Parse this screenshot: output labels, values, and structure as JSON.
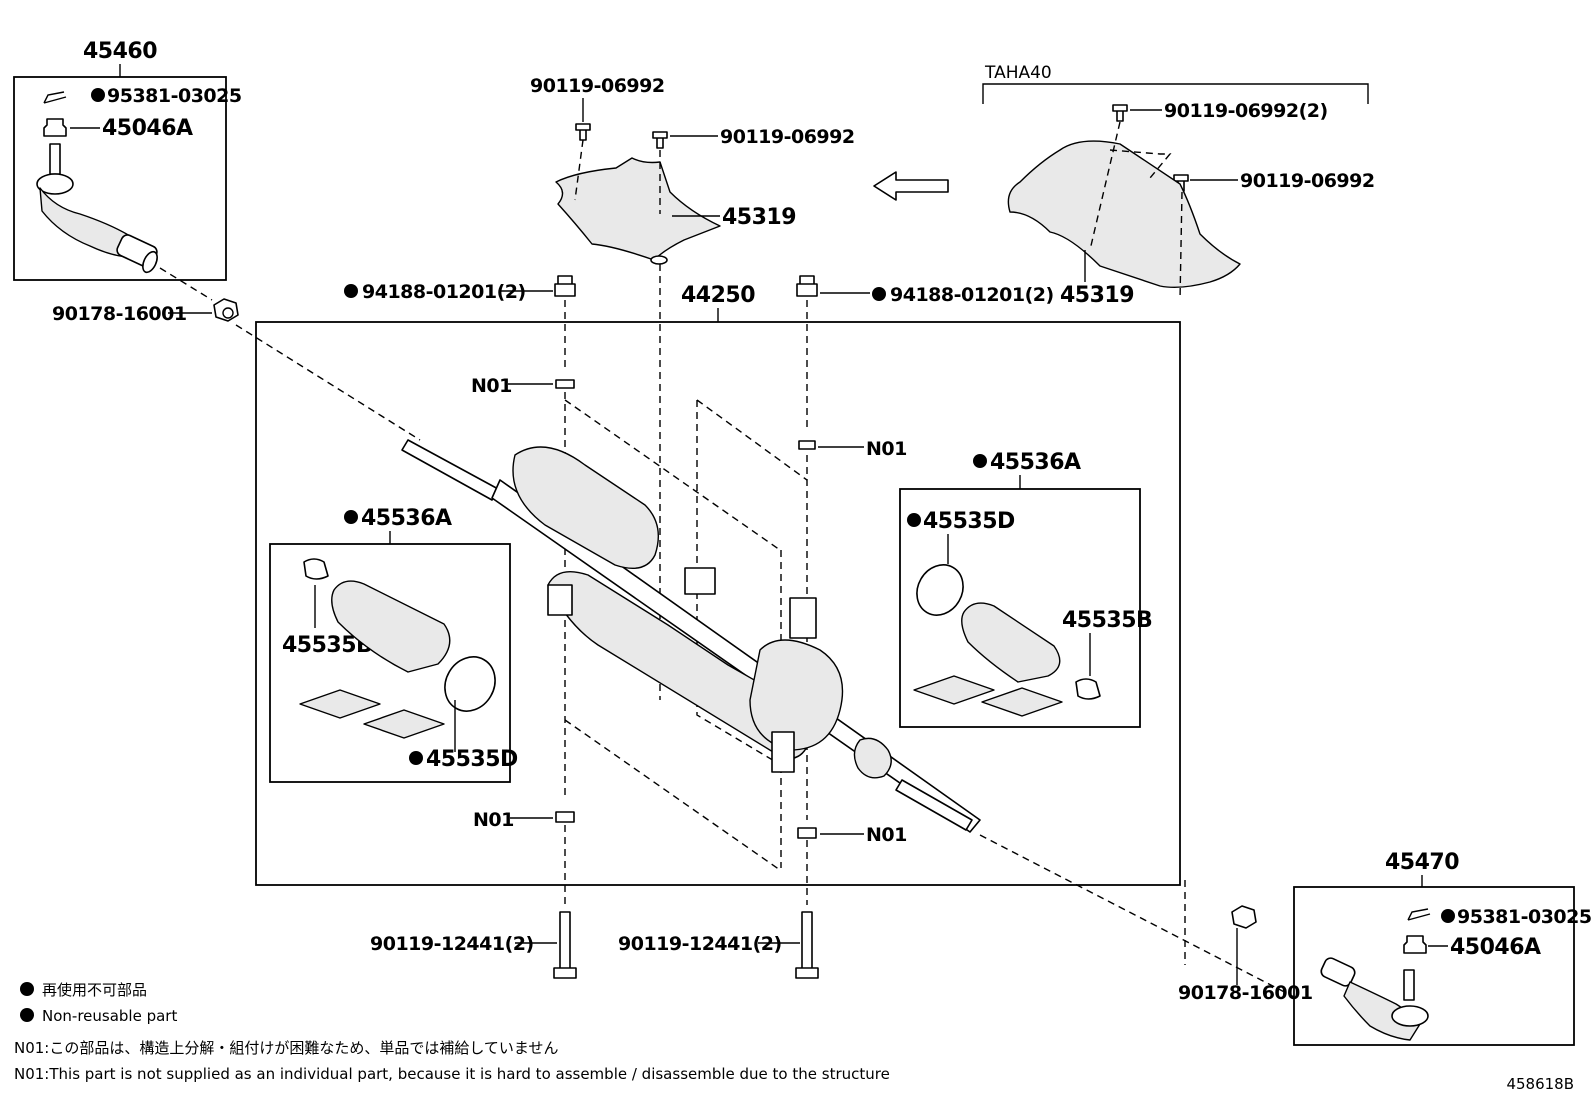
{
  "labels": {
    "tie_end_left": "45460",
    "tie_end_right": "45470",
    "cotter_pin_left": "95381-03025",
    "cotter_pin_right": "95381-03025",
    "nut_left": "45046A",
    "nut_right": "45046A",
    "lock_nut_left": "90178-16001",
    "lock_nut_right": "90178-16001",
    "bolt_cover_top_a": "90119-06992",
    "bolt_cover_top_b": "90119-06992",
    "bolt_cover_taha_a": "90119-06992(2)",
    "bolt_cover_taha_b": "90119-06992",
    "cover_a": "45319",
    "cover_b": "45319",
    "variant": "TAHA40",
    "nut_mount_left": "94188-01201(2)",
    "nut_mount_right": "94188-01201(2)",
    "gear_assy": "44250",
    "n01_a": "N01",
    "n01_b": "N01",
    "n01_c": "N01",
    "n01_d": "N01",
    "boot_kit_left": "45536A",
    "boot_kit_right": "45536A",
    "clamp_small_left": "45535B",
    "clamp_small_right": "45535B",
    "clamp_large_left": "45535D",
    "clamp_large_right": "45535D",
    "bolt_mount_left": "90119-12441(2)",
    "bolt_mount_right": "90119-12441(2)"
  },
  "legend": {
    "non_reusable_jp": "再使用不可部品",
    "non_reusable_en": "Non-reusable part",
    "n01_note_jp": "N01:この部品は、構造上分解・組付けが困難なため、単品では補給していません",
    "n01_note_en": "N01:This part is not supplied as an individual part, because it is hard to assemble / disassemble due to the structure"
  },
  "figure_id": "458618B"
}
